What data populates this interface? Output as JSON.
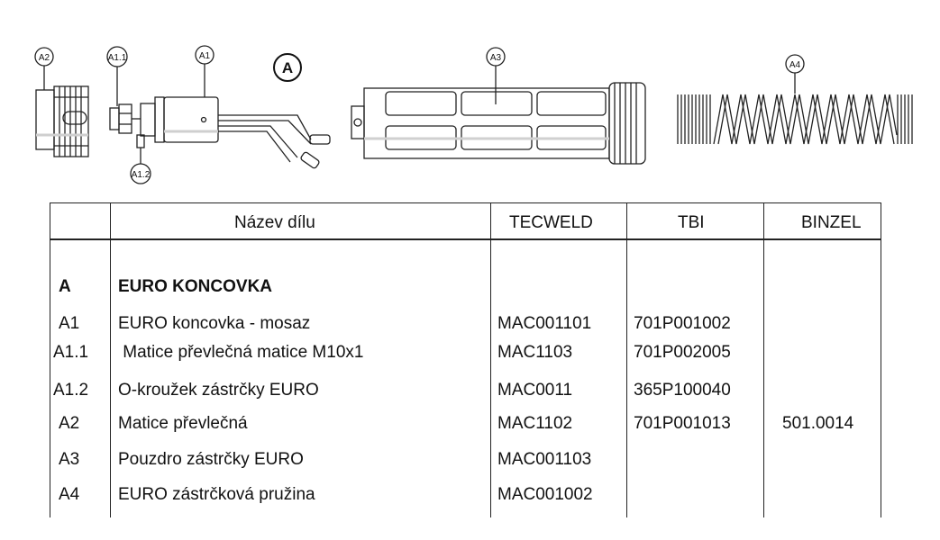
{
  "diagram": {
    "callouts": {
      "a2": "A2",
      "a1_1": "A1.1",
      "a1": "A1",
      "a1_2": "A1.2",
      "a3": "A3",
      "a4": "A4"
    },
    "group_label": "A"
  },
  "table": {
    "headers": {
      "code": "",
      "name": "Název dílu",
      "tecweld": "TECWELD",
      "tbi": "TBI",
      "binzel": "BINZEL"
    },
    "group": {
      "code": "A",
      "name": "EURO KONCOVKA"
    },
    "rows": [
      {
        "code": "A1",
        "name": "EURO koncovka - mosaz",
        "tecweld": "MAC001101",
        "tbi": "701P001002",
        "binzel": ""
      },
      {
        "code": "A1.1",
        "name": " Matice převlečná matice M10x1",
        "tecweld": "MAC1103",
        "tbi": "701P002005",
        "binzel": ""
      },
      {
        "code": "A1.2",
        "name": "O-kroužek zástrčky EURO",
        "tecweld": "MAC0011",
        "tbi": "365P100040",
        "binzel": ""
      },
      {
        "code": "A2",
        "name": "Matice převlečná",
        "tecweld": "MAC1102",
        "tbi": "701P001013",
        "binzel": "501.0014"
      },
      {
        "code": "A3",
        "name": "Pouzdro zástrčky EURO",
        "tecweld": "MAC001103",
        "tbi": "",
        "binzel": ""
      },
      {
        "code": "A4",
        "name": "EURO zástrčková pružina",
        "tecweld": "MAC001002",
        "tbi": "",
        "binzel": ""
      }
    ]
  }
}
